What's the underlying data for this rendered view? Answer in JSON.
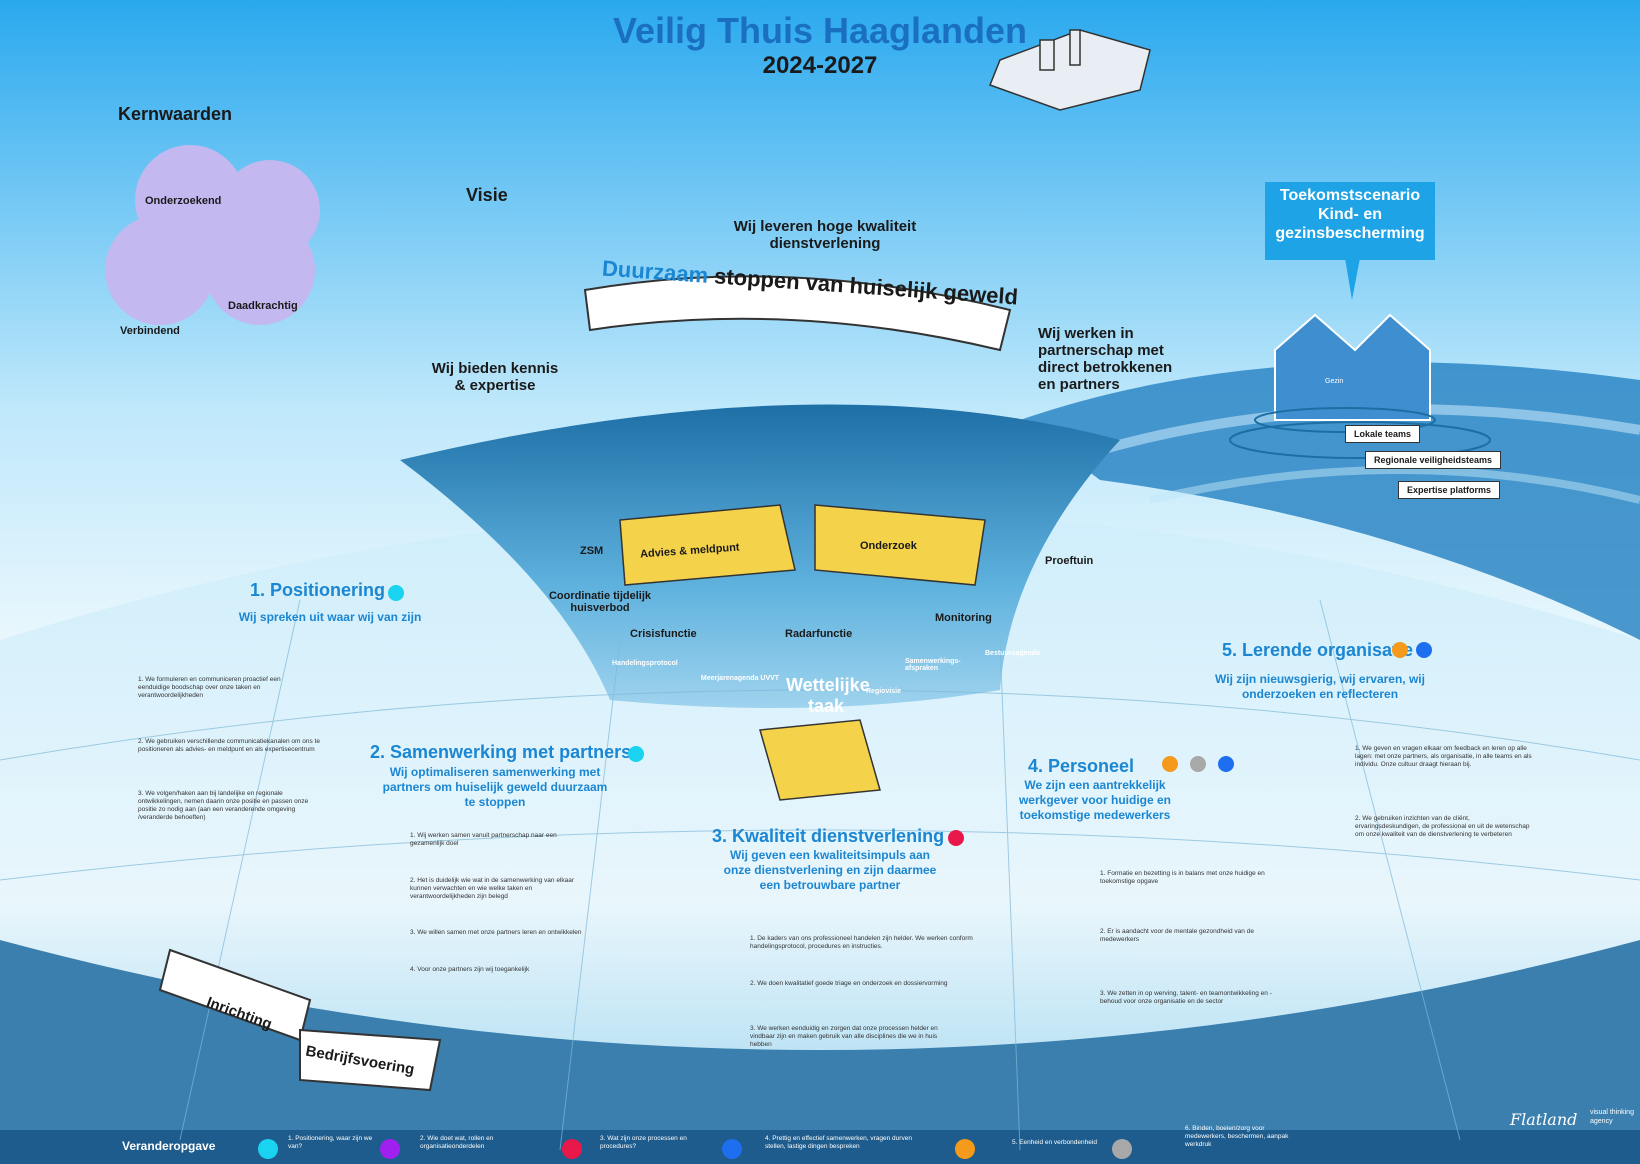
{
  "header": {
    "title": "Veilig Thuis Haaglanden",
    "years": "2024-2027"
  },
  "kernwaarden": {
    "title": "Kernwaarden",
    "values": [
      "Onderzoekend",
      "Daadkrachtig",
      "Verbindend"
    ]
  },
  "visie": {
    "title": "Visie",
    "text": "Wij bieden kennis & expertise"
  },
  "kwaliteit_top": "Wij leveren hoge kwaliteit dienstverlening",
  "banner": {
    "highlight": "Duurzaam",
    "rest": "stoppen van huiselijk geweld"
  },
  "partnerschap": "Wij werken in partnerschap met direct betrokkenen en partners",
  "proeftuin": "Proeftuin",
  "toekomst": {
    "title": "Toekomstscenario Kind- en gezinsbescherming",
    "gezin": "Gezin",
    "levels": [
      "Lokale teams",
      "Regionale veiligheidsteams",
      "Expertise platforms"
    ]
  },
  "center": {
    "advies": "Advies & meldpunt",
    "onderzoek": "Onderzoek",
    "zsm": "ZSM",
    "coordinatie": "Coordinatie tijdelijk huisverbod",
    "crisis": "Crisisfunctie",
    "radar": "Radarfunctie",
    "monitoring": "Monitoring"
  },
  "wettelijk": {
    "title": "Wettelijke taak",
    "handelingsprotocol": "Handelingsprotocol",
    "meerjarenagenda": "Meerjarenagenda UVVT",
    "regiovisie": "Regiovisie",
    "samenwerking": "Samenwerkings-afspraken",
    "bestuursagenda": "Bestuursagenda"
  },
  "themes": [
    {
      "number": "1. Positionering",
      "tagline": "Wij spreken uit waar wij van zijn",
      "points": [
        "1. We formuleren en communiceren proactief een eenduidige boodschap over onze taken en verantwoordelijkheden",
        "2. We gebruiken verschillende communicatiekanalen om ons te positioneren als advies- en meldpunt en als expertisecentrum",
        "3. We volgen/haken aan bij landelijke en regionale ontwikkelingen, nemen daarin onze positie en passen onze positie zo nodig aan (aan een veranderende omgeving /veranderde behoeften)"
      ]
    },
    {
      "number": "2. Samenwerking met partners",
      "tagline": "Wij optimaliseren samenwerking met partners om huiselijk geweld duurzaam te stoppen",
      "points": [
        "1. Wij werken samen vanuit partnerschap naar een gezamenlijk doel",
        "2. Het is duidelijk wie wat in de samenwerking van elkaar kunnen verwachten en wie welke taken en verantwoordelijkheden zijn belegd",
        "3. We willen samen met onze partners leren en ontwikkelen",
        "4. Voor onze partners zijn wij toegankelijk"
      ]
    },
    {
      "number": "3. Kwaliteit dienstverlening",
      "tagline": "Wij geven een kwaliteitsimpuls aan onze dienstverlening en zijn daarmee een betrouwbare partner",
      "points": [
        "1. De kaders van ons professioneel handelen zijn helder. We werken conform handelingsprotocol, procedures en instructies.",
        "2. We doen kwalitatief goede triage en onderzoek en dossiervorming",
        "3. We werken eenduidig en zorgen dat onze processen helder en vindbaar zijn en maken gebruik van alle disciplines die we in huis hebben"
      ]
    },
    {
      "number": "4. Personeel",
      "tagline": "We zijn een aantrekkelijk werkgever voor huidige en toekomstige medewerkers",
      "points": [
        "1. Formatie en bezetting is in balans met onze huidige en toekomstige opgave",
        "2. Er is aandacht voor de mentale gezondheid van de medewerkers",
        "3. We zetten in op werving, talent- en teamontwikkeling en -behoud voor onze organisatie en de sector"
      ]
    },
    {
      "number": "5. Lerende organisatie",
      "tagline": "Wij zijn nieuwsgierig, wij ervaren, wij onderzoeken en reflecteren",
      "points": [
        "1. We geven en vragen elkaar om feedback en leren op alle lagen: met onze partners, als organisatie, in alle teams en als individu. Onze cultuur draagt hieraan bij.",
        "2. We gebruiken inzichten van de cliënt, ervaringsdeskundigen, de professional en uit de wetenschap om onze kwaliteit van de dienstverlening te verbeteren"
      ]
    }
  ],
  "arrows": {
    "inrichting": "Inrichting",
    "bedrijfsvoering": "Bedrijfsvoering"
  },
  "legend": {
    "title": "Veranderopgave",
    "items": [
      {
        "text": "1. Positionering, waar zijn we van?",
        "color": "#19d3f0"
      },
      {
        "text": "2. Wie doet wat, rollen en organisatieonderdelen",
        "color": "#a020f0"
      },
      {
        "text": "3. Wat zijn onze processen en procedures?",
        "color": "#e8184a"
      },
      {
        "text": "4. Prettig en effectief samenwerken, vragen durven stellen, lastige dingen bespreken",
        "color": "#1e6ff0"
      },
      {
        "text": "5. Eenheid en verbondenheid",
        "color": "#f59a1a"
      },
      {
        "text": "6. Binden, boeien/zorg voor medewerkers, beschermen, aanpak werkdruk",
        "color": "#a8a8a8"
      }
    ]
  },
  "brand": {
    "logo": "Flatland",
    "tag": "visual thinking agency"
  }
}
